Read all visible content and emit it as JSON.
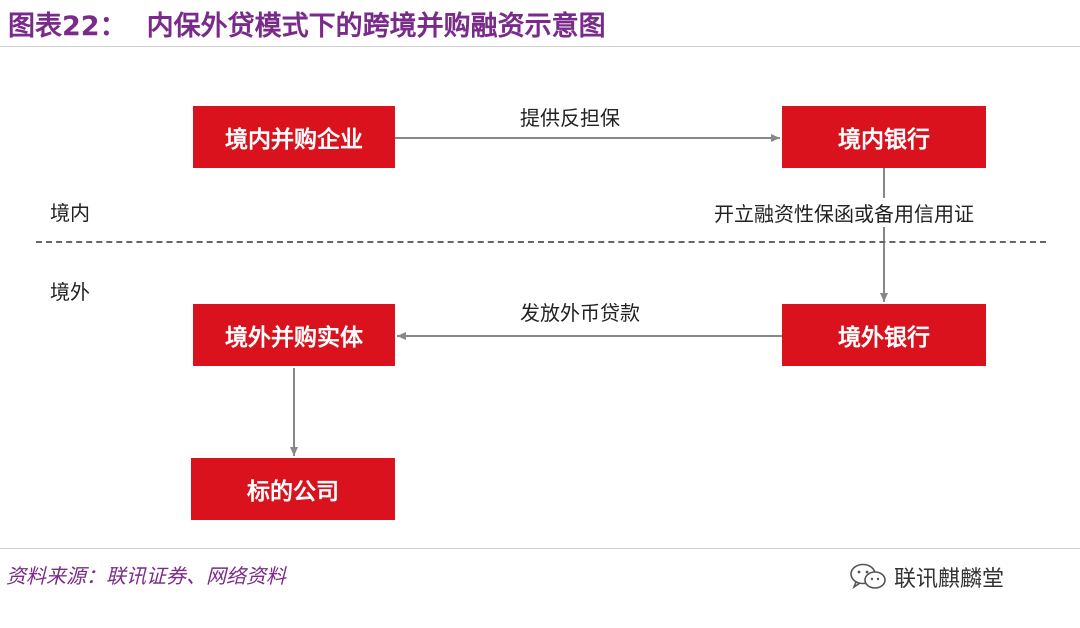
{
  "header": {
    "figure_label": "图表22：",
    "title": "内保外贷模式下的跨境并购融资示意图"
  },
  "regions": {
    "domestic": "境内",
    "overseas": "境外"
  },
  "nodes": {
    "domestic_acquirer": "境内并购企业",
    "domestic_bank": "境内银行",
    "overseas_bank": "境外银行",
    "overseas_entity": "境外并购实体",
    "target_company": "标的公司"
  },
  "edges": {
    "counter_guarantee": "提供反担保",
    "issue_guarantee": "开立融资性保函或备用信用证",
    "foreign_loan": "发放外币贷款"
  },
  "footer": {
    "source": "资料来源：联讯证券、网络资料",
    "watermark": "联讯麒麟堂"
  },
  "colors": {
    "box_fill": "#d9121e",
    "title": "#7a2a8a",
    "arrow": "#888888"
  },
  "icons": {
    "watermark_icon": "wechat-icon"
  }
}
